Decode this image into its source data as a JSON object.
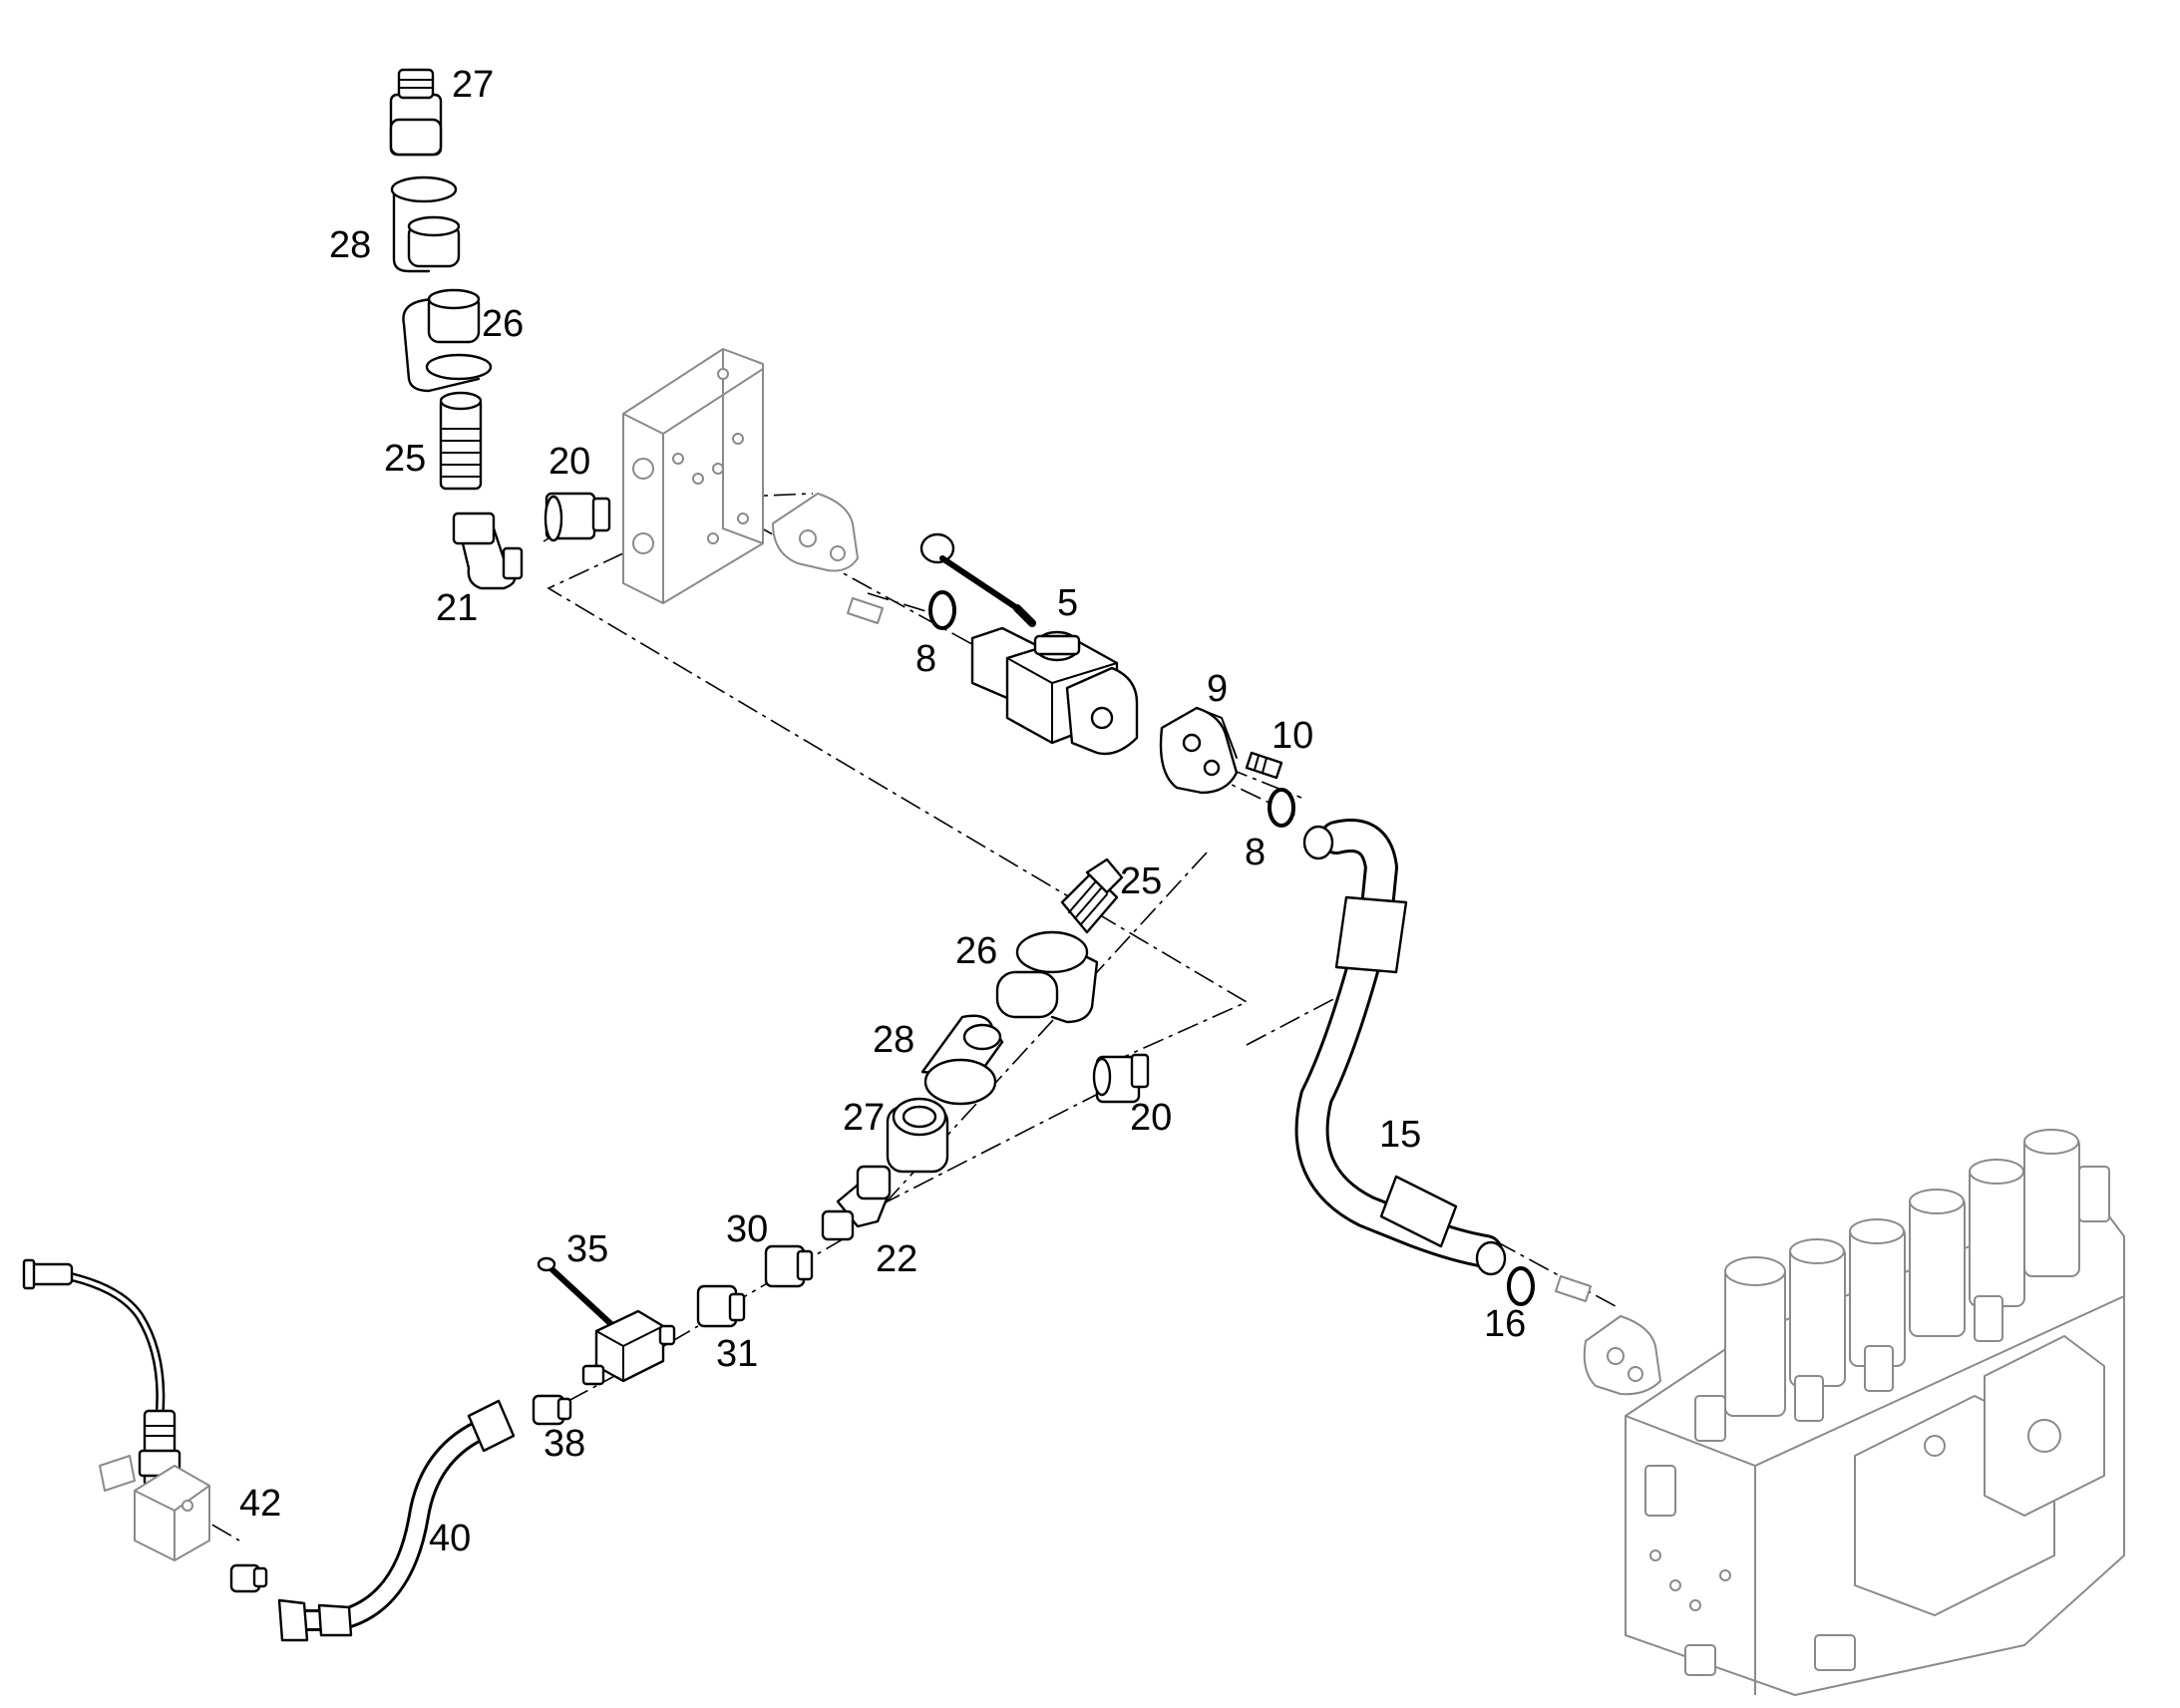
{
  "diagram": {
    "callouts": [
      {
        "id": "c27a",
        "text": "27"
      },
      {
        "id": "c28a",
        "text": "28"
      },
      {
        "id": "c26a",
        "text": "26"
      },
      {
        "id": "c25a",
        "text": "25"
      },
      {
        "id": "c20a",
        "text": "20"
      },
      {
        "id": "c21",
        "text": "21"
      },
      {
        "id": "c5",
        "text": "5"
      },
      {
        "id": "c8a",
        "text": "8"
      },
      {
        "id": "c9",
        "text": "9"
      },
      {
        "id": "c10",
        "text": "10"
      },
      {
        "id": "c8b",
        "text": "8"
      },
      {
        "id": "c25b",
        "text": "25"
      },
      {
        "id": "c26b",
        "text": "26"
      },
      {
        "id": "c28b",
        "text": "28"
      },
      {
        "id": "c27b",
        "text": "27"
      },
      {
        "id": "c20b",
        "text": "20"
      },
      {
        "id": "c15",
        "text": "15"
      },
      {
        "id": "c30",
        "text": "30"
      },
      {
        "id": "c22",
        "text": "22"
      },
      {
        "id": "c35",
        "text": "35"
      },
      {
        "id": "c31",
        "text": "31"
      },
      {
        "id": "c16",
        "text": "16"
      },
      {
        "id": "c38",
        "text": "38"
      },
      {
        "id": "c42",
        "text": "42"
      },
      {
        "id": "c40",
        "text": "40"
      }
    ]
  }
}
